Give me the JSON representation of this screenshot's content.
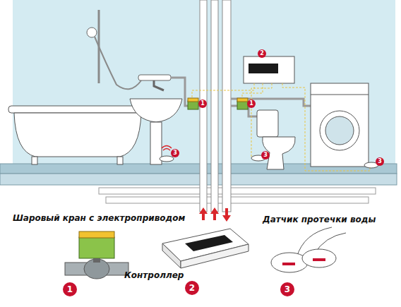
{
  "diagram": {
    "labels": [
      "2",
      "1",
      "1",
      "3",
      "3",
      "3",
      "Шаровый кран с электроприводом",
      "Датчик протечки воды",
      "Контроллер",
      "1",
      "2",
      "3"
    ]
  }
}
